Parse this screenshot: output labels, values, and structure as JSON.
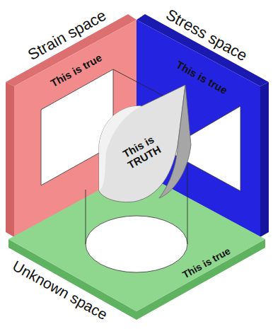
{
  "diagram": {
    "nodes": [
      {
        "text": [
          "Strain space",
          "This is true"
        ]
      },
      {
        "text": [
          "Stress space",
          "This is true"
        ]
      },
      {
        "text": [
          "This is TRUTH"
        ]
      },
      {
        "text": [
          "Unknown space",
          "This is true"
        ]
      }
    ]
  }
}
